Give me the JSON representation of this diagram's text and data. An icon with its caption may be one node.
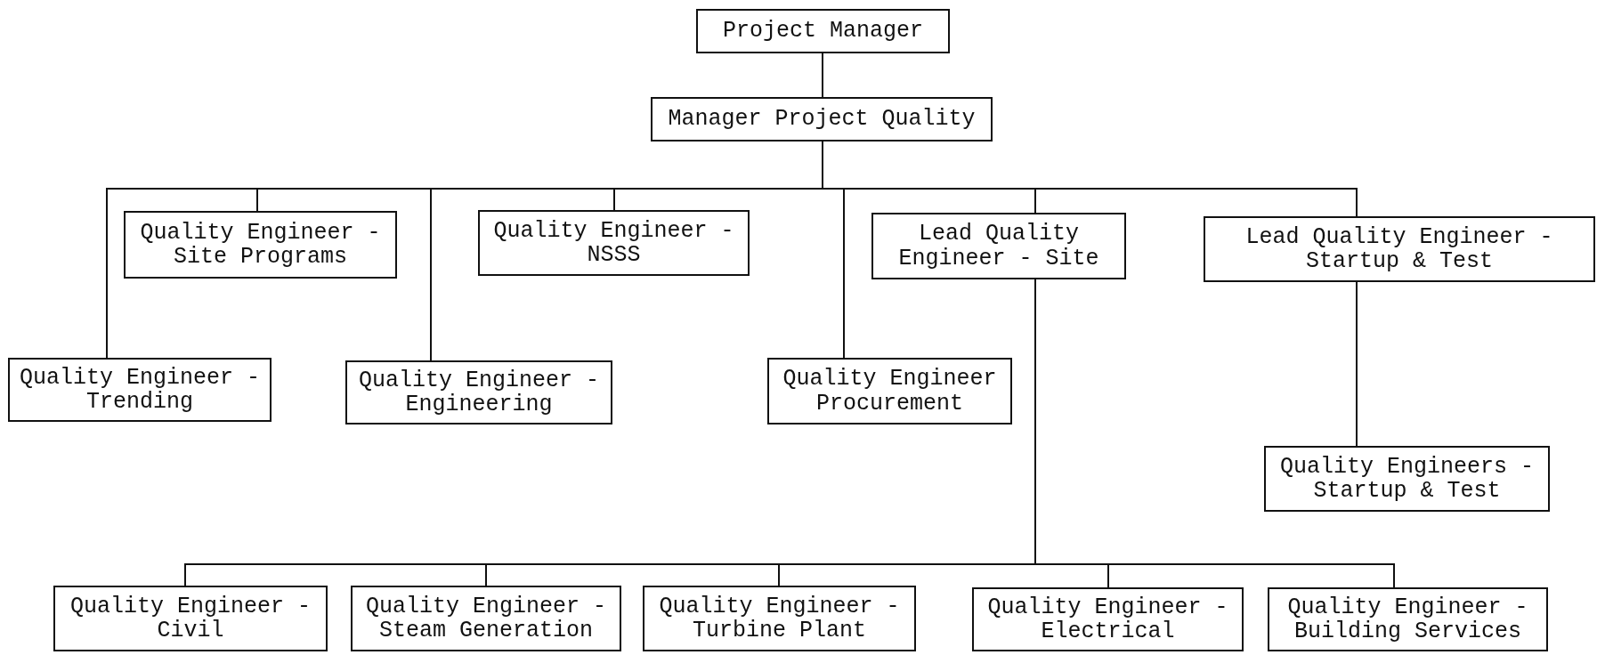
{
  "diagram": {
    "nodes": [
      {
        "text": [
          "Project Manager"
        ]
      },
      {
        "text": [
          "Manager Project Quality"
        ]
      },
      {
        "text": [
          "Quality Engineer - Site Programs"
        ]
      },
      {
        "text": [
          "Quality Engineer - NSSS"
        ]
      },
      {
        "text": [
          "Lead Quality Engineer - Site"
        ]
      },
      {
        "text": [
          "Lead Quality Engineer - Startup & Test"
        ]
      },
      {
        "text": [
          "Quality Engineer - Trending"
        ]
      },
      {
        "text": [
          "Quality Engineer - Engineering"
        ]
      },
      {
        "text": [
          "Quality Engineer Procurement"
        ]
      },
      {
        "text": [
          "Quality Engineers - Startup & Test"
        ]
      },
      {
        "text": [
          "Quality Engineer - Civil"
        ]
      },
      {
        "text": [
          "Quality Engineer - Steam Generation"
        ]
      },
      {
        "text": [
          "Quality Engineer - Turbine Plant"
        ]
      },
      {
        "text": [
          "Quality Engineer - Electrical"
        ]
      },
      {
        "text": [
          "Quality Engineer - Building Services"
        ]
      }
    ],
    "edges": [
      {
        "from": 0,
        "to": 1,
        "arrow": "none"
      },
      {
        "from": 1,
        "to": 6,
        "arrow": "none"
      },
      {
        "from": 1,
        "to": 2,
        "arrow": "none"
      },
      {
        "from": 1,
        "to": 7,
        "arrow": "none"
      },
      {
        "from": 1,
        "to": 3,
        "arrow": "none"
      },
      {
        "from": 1,
        "to": 8,
        "arrow": "none"
      },
      {
        "from": 1,
        "to": 4,
        "arrow": "none"
      },
      {
        "from": 1,
        "to": 5,
        "arrow": "none"
      },
      {
        "from": 5,
        "to": 9,
        "arrow": "none"
      },
      {
        "from": 4,
        "to": 10,
        "arrow": "none"
      },
      {
        "from": 4,
        "to": 11,
        "arrow": "none"
      },
      {
        "from": 4,
        "to": 12,
        "arrow": "none"
      },
      {
        "from": 4,
        "to": 13,
        "arrow": "none"
      },
      {
        "from": 4,
        "to": 14,
        "arrow": "none"
      }
    ]
  }
}
